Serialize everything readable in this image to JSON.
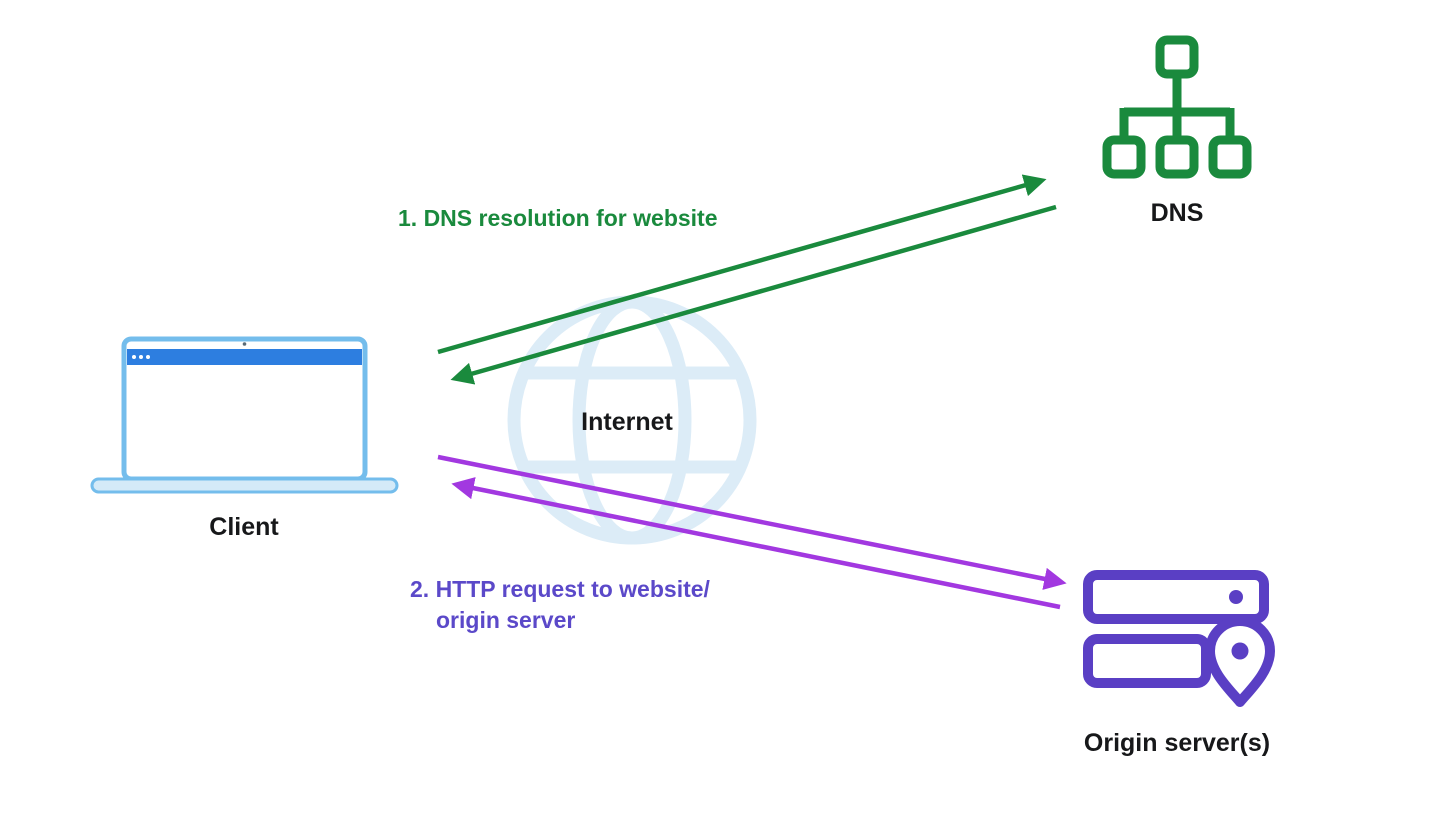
{
  "diagram": {
    "nodes": {
      "client": {
        "label": "Client",
        "icon": "laptop-icon"
      },
      "internet": {
        "label": "Internet",
        "icon": "globe-icon"
      },
      "dns": {
        "label": "DNS",
        "icon": "dns-tree-icon"
      },
      "origin": {
        "label": "Origin server(s)",
        "icon": "server-location-pin-icon"
      }
    },
    "flows": [
      {
        "label": "1. DNS resolution for website",
        "from": "Client",
        "to": "DNS",
        "direction": "bidirectional"
      },
      {
        "label_line1": "2. HTTP request to website/",
        "label_line2": "origin server",
        "from": "Client",
        "to": "Origin server(s)",
        "direction": "bidirectional"
      }
    ],
    "colors": {
      "dns_icon": "#1a8a3d",
      "flow_dns": "#1a8a3d",
      "origin_icon": "#5a3fc4",
      "flow_http": "#a238e0",
      "http_label": "#5b49c9",
      "client_border": "#74bdec",
      "client_fill": "#d4eaf8",
      "client_titlebar": "#2d7ee0",
      "internet_globe": "#dcecf7",
      "label_text": "#17181a"
    }
  }
}
